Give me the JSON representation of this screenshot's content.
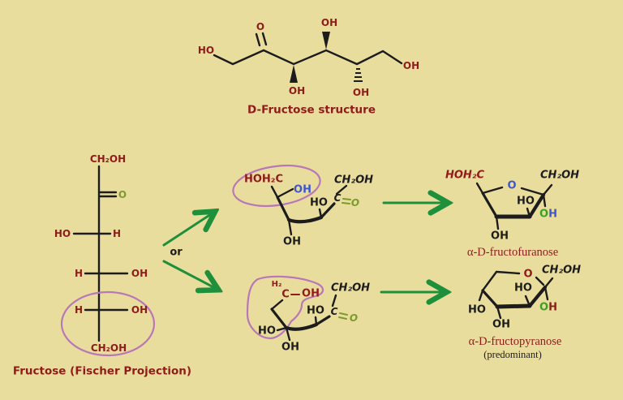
{
  "colors": {
    "background": "#e9dd9e",
    "dark_red": "#8f1b1b",
    "black": "#1c1c1c",
    "olive_green": "#7c9a2d",
    "arrow_green": "#1e8f3a",
    "bright_green": "#3aa021",
    "blue": "#3f55cc",
    "purple": "#b878b8"
  },
  "top_chain": {
    "caption": "D-Fructose structure",
    "ho": "HO",
    "carbonyl_o": "O",
    "oh_c3": "OH",
    "oh_c4": "OH",
    "oh_c5": "OH",
    "oh_c6": "OH"
  },
  "fischer": {
    "caption": "Fructose (Fischer Projection)",
    "c1": "CH₂OH",
    "carbonyl_o": "O",
    "c3_left": "HO",
    "c3_right": "H",
    "c4_left": "H",
    "c4_right": "OH",
    "c5_left": "H",
    "c5_right": "OH",
    "c6": "CH₂OH"
  },
  "connector": {
    "or": "or"
  },
  "open_form_top": {
    "hoh2c": "HOH₂C",
    "oh_blue": "OH",
    "ch2oh": "CH₂OH",
    "ho": "HO",
    "c": "C",
    "o": "O",
    "oh_bottom": "OH"
  },
  "open_form_bottom": {
    "h2": "H₂",
    "c": "C",
    "oh_red": "OH",
    "ch2oh": "CH₂OH",
    "ho": "HO",
    "c2": "C",
    "o": "O",
    "ho_left": "HO",
    "oh_bottom": "OH"
  },
  "furanose": {
    "caption": "α-D-fructofuranose",
    "hoh2c": "HOH₂C",
    "ch2oh": "CH₂OH",
    "ring_o": "O",
    "ho_inner": "HO",
    "anomeric_o": "O",
    "anomeric_h": "H",
    "oh_bottom": "OH"
  },
  "pyranose": {
    "caption": "α-D-fructopyranose",
    "note": "(predominant)",
    "ch2oh": "CH₂OH",
    "ring_o": "O",
    "ho_inner": "HO",
    "anomeric_o": "O",
    "anomeric_h": "H",
    "ho_left": "HO",
    "oh_bottom": "OH"
  }
}
